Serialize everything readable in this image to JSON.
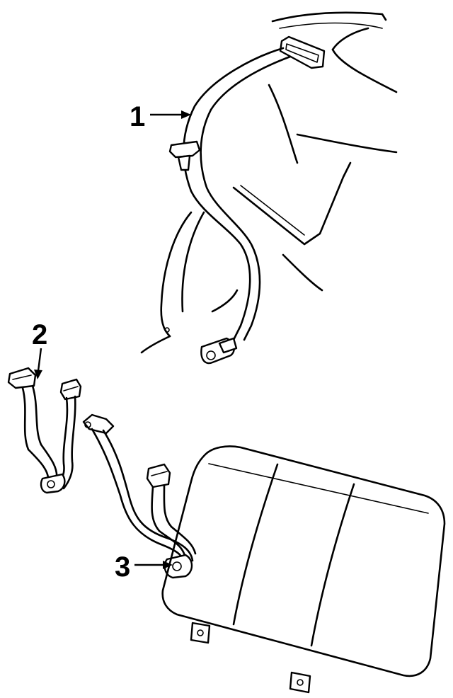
{
  "callouts": [
    {
      "number": "1",
      "part": "shoulder-belt"
    },
    {
      "number": "2",
      "part": "center-buckle-belt"
    },
    {
      "number": "3",
      "part": "outer-buckle-belt"
    }
  ]
}
